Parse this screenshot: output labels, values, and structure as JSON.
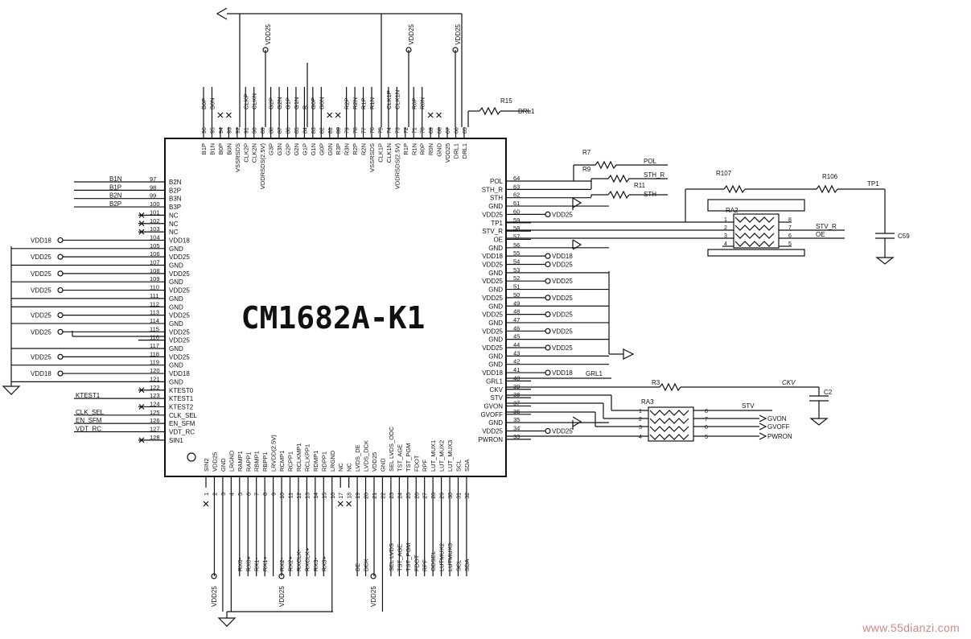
{
  "chip": {
    "name": "CM1682A-K1",
    "left_pins": [
      {
        "num": "97",
        "name": "B2N",
        "net": "B1N"
      },
      {
        "num": "98",
        "name": "B2P",
        "net": "B1P"
      },
      {
        "num": "99",
        "name": "B3N",
        "net": "B2N"
      },
      {
        "num": "100",
        "name": "B3P",
        "net": "B2P"
      },
      {
        "num": "101",
        "name": "NC",
        "net": "",
        "nc": true
      },
      {
        "num": "102",
        "name": "NC",
        "net": "",
        "nc": true
      },
      {
        "num": "103",
        "name": "NC",
        "net": "",
        "nc": true
      },
      {
        "num": "104",
        "name": "VDD18",
        "net": "VDD18",
        "rail": true
      },
      {
        "num": "105",
        "name": "GND",
        "net": ""
      },
      {
        "num": "106",
        "name": "VDD25",
        "net": "VDD25",
        "rail": true
      },
      {
        "num": "107",
        "name": "GND",
        "net": ""
      },
      {
        "num": "108",
        "name": "VDD25",
        "net": "VDD25",
        "rail": true
      },
      {
        "num": "109",
        "name": "GND",
        "net": ""
      },
      {
        "num": "110",
        "name": "VDD25",
        "net": "VDD25",
        "rail": true
      },
      {
        "num": "111",
        "name": "GND",
        "net": ""
      },
      {
        "num": "112",
        "name": "GND",
        "net": ""
      },
      {
        "num": "113",
        "name": "VDD25",
        "net": "VDD25",
        "rail": true
      },
      {
        "num": "114",
        "name": "GND",
        "net": ""
      },
      {
        "num": "115",
        "name": "VDD25",
        "net": "VDD25",
        "rail": true
      },
      {
        "num": "116",
        "name": "VDD25",
        "net": ""
      },
      {
        "num": "117",
        "name": "GND",
        "net": ""
      },
      {
        "num": "118",
        "name": "VDD25",
        "net": "VDD25",
        "rail": true
      },
      {
        "num": "119",
        "name": "GND",
        "net": ""
      },
      {
        "num": "120",
        "name": "VDD18",
        "net": "VDD18",
        "rail": true
      },
      {
        "num": "121",
        "name": "GND",
        "net": ""
      },
      {
        "num": "122",
        "name": "KTEST0",
        "net": "",
        "nc": true
      },
      {
        "num": "123",
        "name": "KTEST1",
        "net": "KTEST1"
      },
      {
        "num": "124",
        "name": "KTEST2",
        "net": "",
        "nc": true
      },
      {
        "num": "125",
        "name": "CLK_SEL",
        "net": "CLK_SEL"
      },
      {
        "num": "126",
        "name": "EN_SFM",
        "net": "EN_SFM"
      },
      {
        "num": "127",
        "name": "VDT_RC",
        "net": "VDT_RC"
      },
      {
        "num": "128",
        "name": "SIN1",
        "net": "",
        "nc": true
      }
    ],
    "right_pins": [
      {
        "num": "64",
        "name": "POL",
        "net": "POL",
        "res": "R7"
      },
      {
        "num": "63",
        "name": "STH_R",
        "net": "STH_R",
        "res": "R9"
      },
      {
        "num": "62",
        "name": "STH",
        "net": "STH",
        "res": "R11"
      },
      {
        "num": "61",
        "name": "GND",
        "net": ""
      },
      {
        "num": "60",
        "name": "VDD25",
        "net": "VDD25"
      },
      {
        "num": "59",
        "name": "TP1",
        "net": "TP1"
      },
      {
        "num": "58",
        "name": "STV_R",
        "net": "STV_R"
      },
      {
        "num": "57",
        "name": "OE",
        "net": "OE"
      },
      {
        "num": "56",
        "name": "GND",
        "net": ""
      },
      {
        "num": "55",
        "name": "VDD18",
        "net": "VDD18"
      },
      {
        "num": "54",
        "name": "VDD25",
        "net": "VDD25"
      },
      {
        "num": "53",
        "name": "GND",
        "net": ""
      },
      {
        "num": "52",
        "name": "VDD25",
        "net": "VDD25"
      },
      {
        "num": "51",
        "name": "GND",
        "net": ""
      },
      {
        "num": "50",
        "name": "VDD25",
        "net": "VDD25"
      },
      {
        "num": "49",
        "name": "GND",
        "net": ""
      },
      {
        "num": "48",
        "name": "VDD25",
        "net": "VDD25"
      },
      {
        "num": "47",
        "name": "GND",
        "net": ""
      },
      {
        "num": "46",
        "name": "VDD25",
        "net": "VDD25"
      },
      {
        "num": "45",
        "name": "GND",
        "net": ""
      },
      {
        "num": "44",
        "name": "VDD25",
        "net": "VDD25"
      },
      {
        "num": "43",
        "name": "GND",
        "net": ""
      },
      {
        "num": "42",
        "name": "GND",
        "net": ""
      },
      {
        "num": "41",
        "name": "VDD18",
        "net": "VDD18"
      },
      {
        "num": "40",
        "name": "GRL1",
        "net": "GRL1"
      },
      {
        "num": "39",
        "name": "CKV",
        "net": "CKV"
      },
      {
        "num": "38",
        "name": "STV",
        "net": "STV"
      },
      {
        "num": "37",
        "name": "GVON",
        "net": "GVON"
      },
      {
        "num": "36",
        "name": "GVOFF",
        "net": "GVOFF"
      },
      {
        "num": "35",
        "name": "GND",
        "net": ""
      },
      {
        "num": "34",
        "name": "VDD25",
        "net": "VDD25"
      },
      {
        "num": "33",
        "name": "PWRON",
        "net": "PWRON"
      }
    ],
    "top_pins": [
      {
        "num": "96",
        "name": "B1P",
        "net": "B0P"
      },
      {
        "num": "95",
        "name": "B1N",
        "net": "B0N"
      },
      {
        "num": "94",
        "name": "B0P",
        "net": "",
        "nc": true
      },
      {
        "num": "93",
        "name": "B0N",
        "net": "",
        "nc": true
      },
      {
        "num": "92",
        "name": "VSSRSDS",
        "net": ""
      },
      {
        "num": "91",
        "name": "CLK2P",
        "net": "CLKP"
      },
      {
        "num": "90",
        "name": "CLK2N",
        "net": "CLKN"
      },
      {
        "num": "89",
        "name": "VDDRSDS(2.5V)",
        "net": ""
      },
      {
        "num": "88",
        "name": "G3P",
        "net": "G2P"
      },
      {
        "num": "87",
        "name": "G3N",
        "net": "G2N"
      },
      {
        "num": "86",
        "name": "G2P",
        "net": "G1P"
      },
      {
        "num": "85",
        "name": "G2N",
        "net": "G1N"
      },
      {
        "num": "84",
        "name": "G1P",
        "net": "R"
      },
      {
        "num": "83",
        "name": "G1N",
        "net": "G0P"
      },
      {
        "num": "82",
        "name": "G0P",
        "net": "G0N"
      },
      {
        "num": "81",
        "name": "G0N",
        "net": "",
        "nc": true
      },
      {
        "num": "80",
        "name": "R3P",
        "net": "",
        "nc": true
      },
      {
        "num": "79",
        "name": "R3N",
        "net": "R2P"
      },
      {
        "num": "78",
        "name": "R2P",
        "net": "R2N"
      },
      {
        "num": "77",
        "name": "R2N",
        "net": "R1P"
      },
      {
        "num": "76",
        "name": "VSSRSDS",
        "net": "R1N"
      },
      {
        "num": "75",
        "name": "CLK1P",
        "net": ""
      },
      {
        "num": "74",
        "name": "CLK1N",
        "net": "CLK1P"
      },
      {
        "num": "73",
        "name": "VDDRSDS(2.5V)",
        "net": "CLK1N"
      },
      {
        "num": "72",
        "name": "R1P",
        "net": ""
      },
      {
        "num": "71",
        "name": "R1N",
        "net": "R0P"
      },
      {
        "num": "70",
        "name": "R0P",
        "net": "R0N"
      },
      {
        "num": "69",
        "name": "R0N",
        "net": "",
        "nc": true
      },
      {
        "num": "68",
        "name": "GND",
        "net": "",
        "nc": true
      },
      {
        "num": "67",
        "name": "VDD25",
        "net": ""
      },
      {
        "num": "66",
        "name": "DRL1",
        "net": ""
      },
      {
        "num": "65",
        "name": "DRL1",
        "net": ""
      }
    ],
    "bottom_pins": [
      {
        "num": "1",
        "name": "SIN2",
        "net": "",
        "nc": true
      },
      {
        "num": "2",
        "name": "VDD25",
        "net": ""
      },
      {
        "num": "3",
        "name": "GND",
        "net": ""
      },
      {
        "num": "4",
        "name": "LRGND",
        "net": ""
      },
      {
        "num": "5",
        "name": "RAMP1",
        "net": "RX0-"
      },
      {
        "num": "6",
        "name": "RAPP1",
        "net": "RX0+"
      },
      {
        "num": "7",
        "name": "RBMP1",
        "net": "RX1-"
      },
      {
        "num": "8",
        "name": "RBPP1",
        "net": "RX1+"
      },
      {
        "num": "9",
        "name": "LRVDD(2.5V)",
        "net": ""
      },
      {
        "num": "10",
        "name": "RCMP1",
        "net": "RX2-"
      },
      {
        "num": "11",
        "name": "RCPP1",
        "net": "RX2+"
      },
      {
        "num": "12",
        "name": "RCLKMP1",
        "net": "RXCLK-"
      },
      {
        "num": "13",
        "name": "RCLKPP1",
        "net": "RXCLK+"
      },
      {
        "num": "14",
        "name": "RDMP1",
        "net": "RX3-"
      },
      {
        "num": "15",
        "name": "RDPP1",
        "net": "RX3+"
      },
      {
        "num": "16",
        "name": "LRGND",
        "net": ""
      },
      {
        "num": "17",
        "name": "NC",
        "net": "",
        "nc": true
      },
      {
        "num": "18",
        "name": "NC",
        "net": "",
        "nc": true
      },
      {
        "num": "19",
        "name": "LVDS_DE",
        "net": "DE"
      },
      {
        "num": "20",
        "name": "LVDS_DCK",
        "net": "DCK"
      },
      {
        "num": "21",
        "name": "VDD25",
        "net": ""
      },
      {
        "num": "22",
        "name": "GND",
        "net": ""
      },
      {
        "num": "23",
        "name": "SEL LVDS_ODC",
        "net": "SEL LVDS"
      },
      {
        "num": "24",
        "name": "TST_AGE",
        "net": "TST_AGE"
      },
      {
        "num": "25",
        "name": "TST_PGM",
        "net": "TST_PGM"
      },
      {
        "num": "26",
        "name": "FDOT",
        "net": "FDOT"
      },
      {
        "num": "27",
        "name": "RPF",
        "net": "RPF"
      },
      {
        "num": "28",
        "name": "LUT_MUX1",
        "net": "ODSEL"
      },
      {
        "num": "29",
        "name": "LUT_MUX2",
        "net": "LUTMUX2"
      },
      {
        "num": "30",
        "name": "LUT_MUX3",
        "net": "LUTMUX3"
      },
      {
        "num": "31",
        "name": "SCL",
        "net": "SCL"
      },
      {
        "num": "32",
        "name": "SDA",
        "net": "SDA"
      }
    ]
  },
  "labels": {
    "vdd25": "VDD25",
    "vdd18": "VDD18",
    "top_pin76_label": "VDD25",
    "drl1": "DRL1",
    "bottom_vdd25_a": "VDD25",
    "bottom_vdd25_b": "VDD25",
    "bottom_vdd25_c": "VDD25"
  },
  "components": {
    "R15": "R15",
    "R7": "R7",
    "R9": "R9",
    "R11": "R11",
    "R107": "R107",
    "R106": "R106",
    "R3": "R3",
    "TP1": "TP1",
    "C59": "C59",
    "C2": "C2",
    "RA2": "RA2",
    "RA3": "RA3",
    "ckv_net": "CKV",
    "grl1_net": "GRL1",
    "ra2_stv": "STV_R",
    "ra2_oe": "OE",
    "ra3_stv": "STV",
    "ra3_gvon": "GVON",
    "ra3_gvoff": "GVOFF",
    "ra3_pwron": "PWRON"
  },
  "watermark": "www.55dianzi.com"
}
